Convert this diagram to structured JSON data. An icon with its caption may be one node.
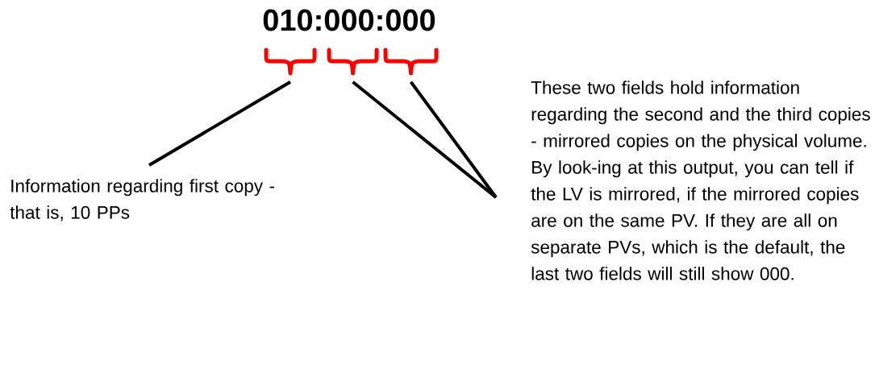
{
  "diagram": {
    "title": "010:000:000",
    "nodes": [
      {
        "text": [],
        "shape": "brace"
      },
      {
        "text": [],
        "shape": "brace"
      },
      {
        "text": [],
        "shape": "brace"
      },
      {
        "text": [
          "Information regarding first copy - that is, 10 PPs"
        ]
      },
      {
        "text": [
          "These two fields hold information regarding the second and the third copies - mirrored copies on the physical volume. By look-ing at this output, you can tell if the LV is mirrored, if the mirrored copies are on the same PV. If they are all on separate PVs, which is the default, the last two fields will still show 000."
        ]
      }
    ],
    "edges": [
      {
        "from": 3,
        "to": 0,
        "arrow": "none"
      },
      {
        "from": 4,
        "to": 1,
        "arrow": "none"
      },
      {
        "from": 4,
        "to": 2,
        "arrow": "none"
      }
    ]
  }
}
